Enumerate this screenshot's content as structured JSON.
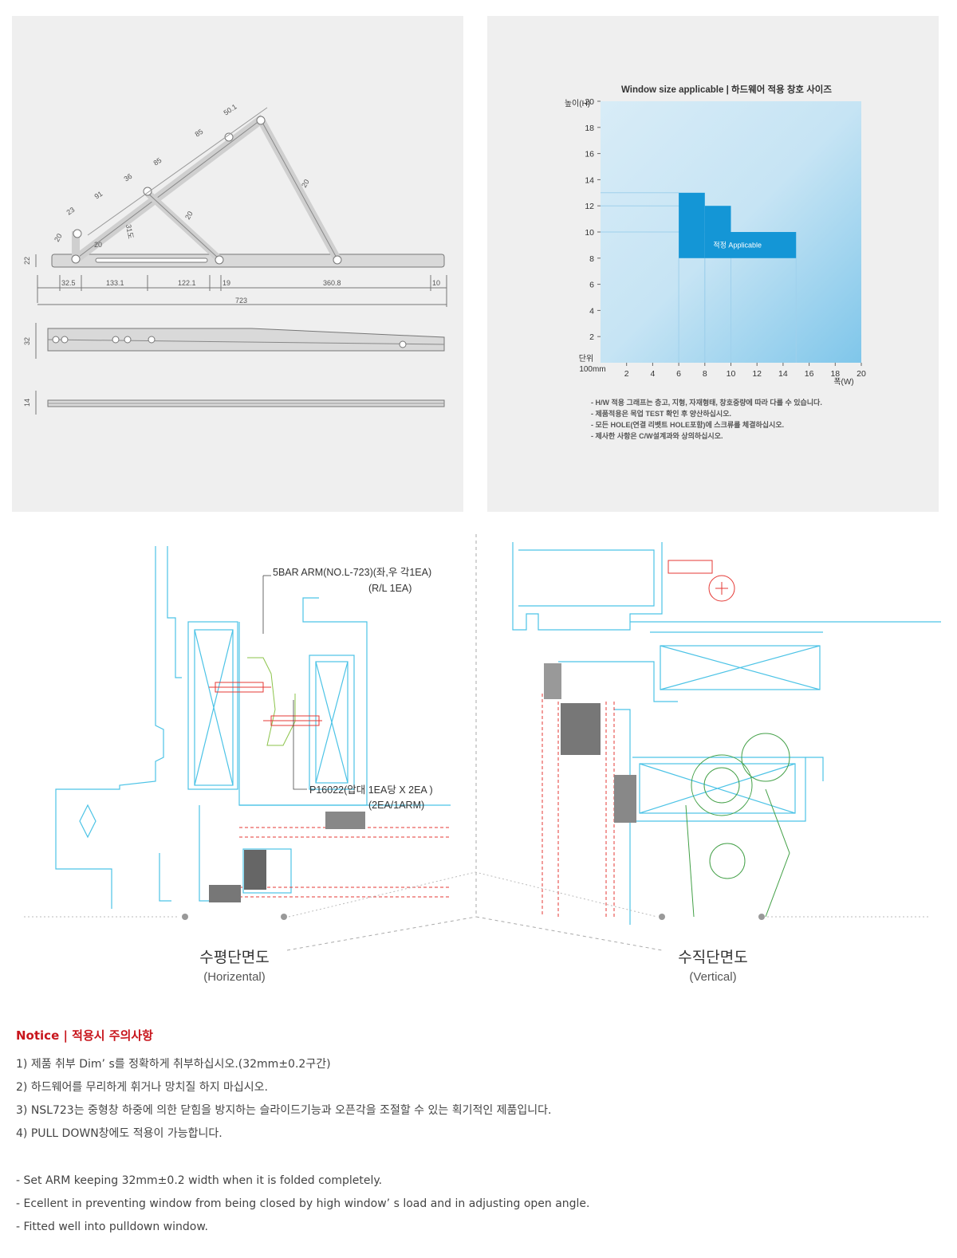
{
  "dimension_drawing": {
    "top_view": {
      "left_height": "22",
      "bottom_dims": [
        "32.5",
        "133.1",
        "122.1",
        "19",
        "360.8",
        "10"
      ],
      "total_length": "723",
      "arm_dims": [
        "50.1",
        "85",
        "85",
        "36",
        "91",
        "23",
        "20",
        "20",
        "20",
        "20",
        "31도"
      ]
    },
    "folded_view": {
      "height": "32"
    },
    "side_view": {
      "thickness": "14"
    }
  },
  "size_chart": {
    "title": "Window size applicable | 하드웨어 적용 창호 사이즈",
    "y_axis_label": "높이(H)",
    "x_axis_label": "폭(W)",
    "unit_label": "단위",
    "unit_value": "100mm",
    "applicable_label": "적정 Applicable",
    "notes": [
      "- H/W 적용 그래프는 층고, 지형, 자재형태, 창호중량에 따라 다를 수 있습니다.",
      "- 제품적용은 목업 TEST 확인 후 양산하십시오.",
      "- 모든 HOLE(연결 리벳트 HOLE포함)에 스크류를 체결하십시오.",
      "- 제사한 사항은 C/W설계과와 상의하십시오."
    ],
    "accent_color": "#1496d6"
  },
  "chart_data": {
    "type": "area",
    "title": "Window size applicable | 하드웨어 적용 창호 사이즈",
    "xlabel": "폭(W)",
    "ylabel": "높이(H)",
    "xlim": [
      0,
      20
    ],
    "ylim": [
      0,
      20
    ],
    "x_ticks": [
      "2",
      "4",
      "6",
      "8",
      "10",
      "12",
      "14",
      "16",
      "18",
      "20"
    ],
    "y_ticks": [
      "2",
      "4",
      "6",
      "8",
      "10",
      "12",
      "14",
      "16",
      "18",
      "20"
    ],
    "applicable_region": {
      "name": "적정 Applicable",
      "steps": [
        {
          "x_from": 6,
          "x_to": 8,
          "y_from": 8,
          "y_to": 13
        },
        {
          "x_from": 8,
          "x_to": 10,
          "y_from": 8,
          "y_to": 12
        },
        {
          "x_from": 10,
          "x_to": 15,
          "y_from": 8,
          "y_to": 10
        }
      ]
    }
  },
  "section_drawings": {
    "horizontal_label_arm": "5BAR ARM(NO.L-723)(좌,우 각1EA)",
    "horizontal_label_arm_sub": "(R/L 1EA)",
    "horizontal_label_part": "P16022(압대 1EA당 X 2EA )",
    "horizontal_label_part_sub": "(2EA/1ARM)",
    "horizontal_title": "수평단면도",
    "horizontal_subtitle": "(Horizental)",
    "vertical_title": "수직단면도",
    "vertical_subtitle": "(Vertical)"
  },
  "notice": {
    "title": "Notice | 적용시 주의사항",
    "items_ko": [
      "1) 제품 취부 Dim’ s를 정확하게 취부하십시오.(32mm±0.2구간)",
      "2) 하드웨어를 무리하게 휘거나 망치질 하지 마십시오.",
      "3) NSL723는 중형창 하중에 의한 닫힘을 방지하는 슬라이드기능과 오픈각을 조절할 수 있는 획기적인 제품입니다.",
      "4) PULL DOWN창에도 적용이 가능합니다."
    ],
    "items_en": [
      "- Set ARM keeping 32mm±0.2 width when it is folded completely.",
      "- Ecellent in preventing window from being closed by high window’ s load and in adjusting open angle.",
      "- Fitted well into pulldown window."
    ]
  }
}
